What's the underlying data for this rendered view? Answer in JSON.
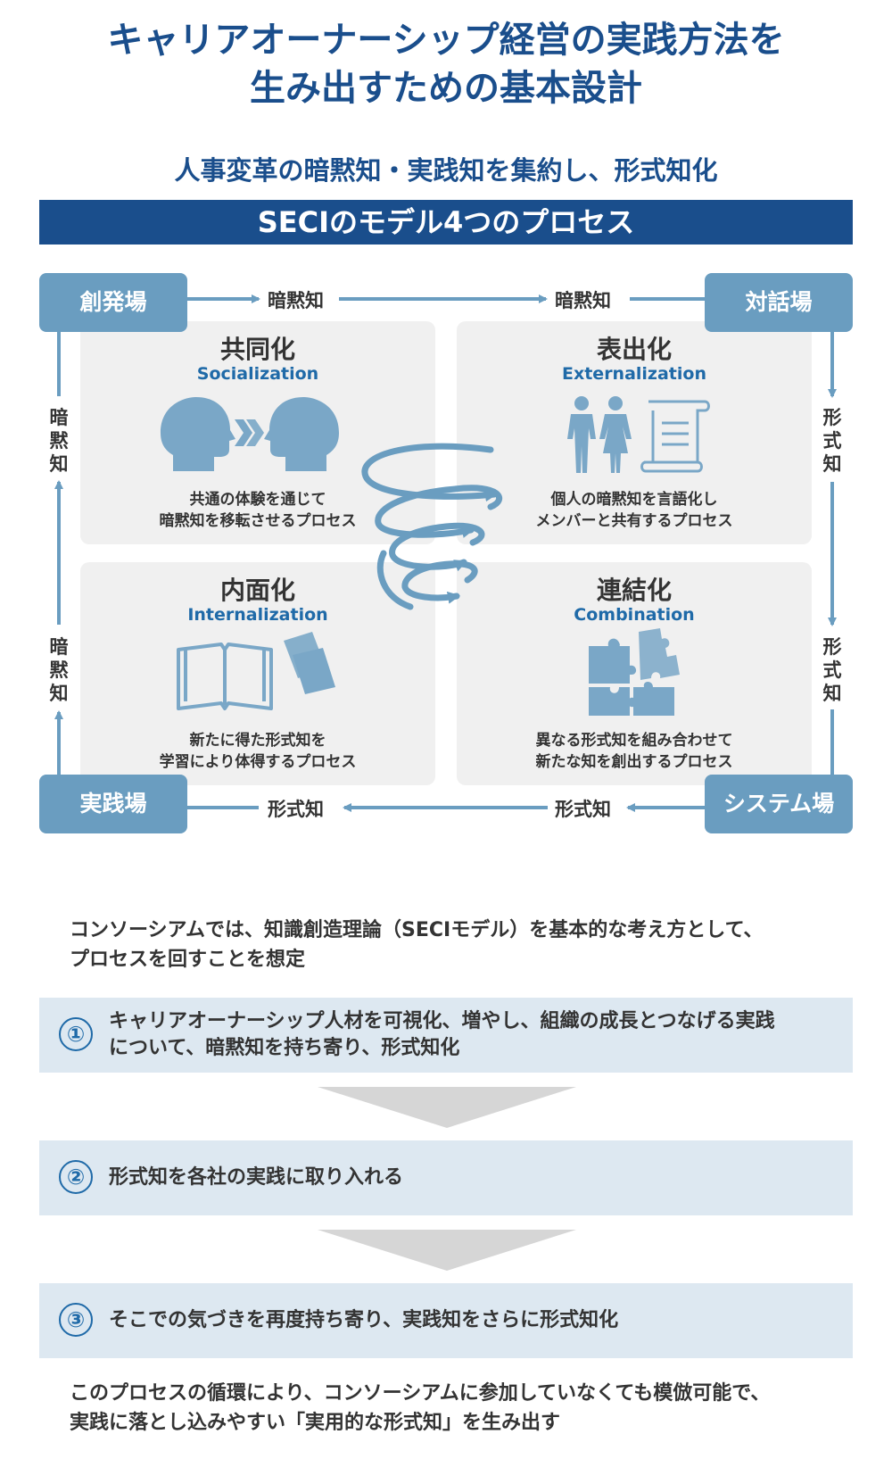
{
  "title": {
    "line1": "キャリアオーナーシップ経営の実践方法を",
    "line2": "生み出すための基本設計"
  },
  "subtitle": "人事変革の暗黙知・実践知を集約し、形式知化",
  "banner": "SECIのモデル4つのプロセス",
  "places": {
    "top_left": "創発場",
    "top_right": "対話場",
    "bottom_left": "実践場",
    "bottom_right": "システム場"
  },
  "flow_labels": {
    "top_1": "暗黙知",
    "top_2": "暗黙知",
    "bottom_1": "形式知",
    "bottom_2": "形式知",
    "left_top": "暗黙知",
    "left_bottom": "暗黙知",
    "right_top": "形式知",
    "right_bottom": "形式知"
  },
  "quadrants": [
    {
      "name": "共同化",
      "en": "Socialization",
      "desc1": "共通の体験を通じて",
      "desc2": "暗黙知を移転させるプロセス",
      "icon": "heads-transfer-icon"
    },
    {
      "name": "表出化",
      "en": "Externalization",
      "desc1": "個人の暗黙知を言語化し",
      "desc2": "メンバーと共有するプロセス",
      "icon": "people-document-icon"
    },
    {
      "name": "内面化",
      "en": "Internalization",
      "desc1": "新たに得た形式知を",
      "desc2": "学習により体得するプロセス",
      "icon": "book-icon"
    },
    {
      "name": "連結化",
      "en": "Combination",
      "desc1": "異なる形式知を組み合わせて",
      "desc2": "新たな知を創出するプロセス",
      "icon": "puzzle-icon"
    }
  ],
  "intro": {
    "line1": "コンソーシアムでは、知識創造理論（SECIモデル）を基本的な考え方として、",
    "line2": "プロセスを回すことを想定"
  },
  "steps": [
    {
      "num": "①",
      "line1": "キャリアオーナーシップ人材を可視化、増やし、組織の成長とつなげる実践",
      "line2": "について、暗黙知を持ち寄り、形式知化"
    },
    {
      "num": "②",
      "line1": "形式知を各社の実践に取り入れる",
      "line2": ""
    },
    {
      "num": "③",
      "line1": "そこでの気づきを再度持ち寄り、実践知をさらに形式知化",
      "line2": ""
    }
  ],
  "conclusion": {
    "line1": "このプロセスの循環により、コンソーシアムに参加していなくても模倣可能で、",
    "line2": "実践に落とし込みやすい「実用的な形式知」を生み出す"
  },
  "colors": {
    "primary": "#1a4e8c",
    "place": "#6a9dc0",
    "arrow": "#6a9dc0",
    "quad_bg": "#f0f0f0",
    "step_bg": "#dde8f1"
  }
}
